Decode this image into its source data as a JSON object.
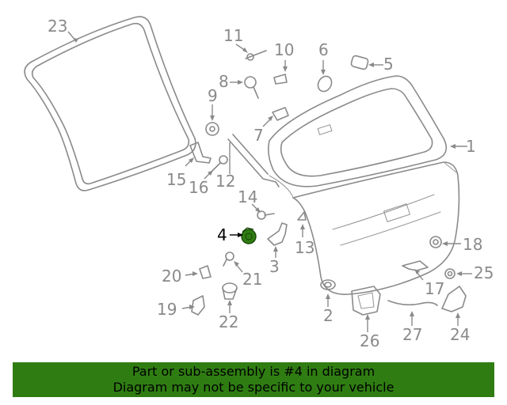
{
  "highlight_color": "#2f7d12",
  "highlighted_part": "4",
  "callouts": [
    "1",
    "2",
    "3",
    "4",
    "5",
    "6",
    "7",
    "8",
    "9",
    "10",
    "11",
    "12",
    "13",
    "14",
    "15",
    "16",
    "17",
    "18",
    "19",
    "20",
    "21",
    "22",
    "23",
    "24",
    "25",
    "26",
    "27"
  ],
  "banner": {
    "line1": "Part or sub-assembly is #4 in diagram",
    "line2": "Diagram may not be specific to your vehicle"
  }
}
